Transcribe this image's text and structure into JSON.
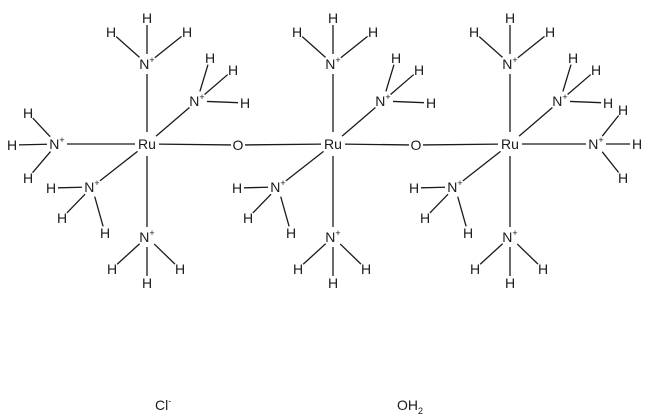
{
  "title": "Ruthenium red (µ-oxo triruthenium ammine complex)",
  "atoms": {
    "metal": "Ru",
    "bridge": "O",
    "nitrogen": "N",
    "charge_plus": "+",
    "hydrogen": "H"
  },
  "centers": [
    {
      "name": "ru-left",
      "ligands": [
        "top",
        "upper-right",
        "left",
        "lower-left",
        "bottom"
      ]
    },
    {
      "name": "ru-middle",
      "ligands": [
        "top",
        "upper-right",
        "lower-left",
        "bottom"
      ]
    },
    {
      "name": "ru-right",
      "ligands": [
        "top",
        "upper-right",
        "right",
        "lower-left",
        "bottom"
      ]
    }
  ],
  "counter_ions": {
    "chloride": {
      "base": "Cl",
      "charge": "-"
    },
    "water": {
      "base": "OH",
      "subscript": "2"
    }
  }
}
